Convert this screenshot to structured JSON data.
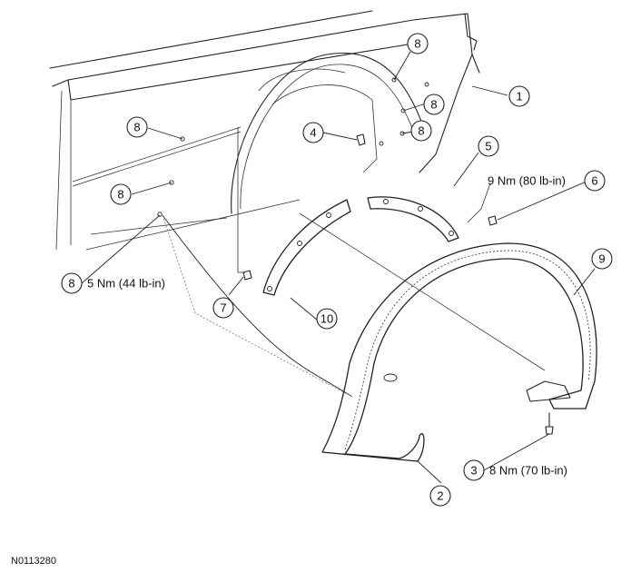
{
  "figure_id": "N0113280",
  "callouts": [
    {
      "id": "1",
      "label": "1",
      "torque": ""
    },
    {
      "id": "2",
      "label": "2",
      "torque": ""
    },
    {
      "id": "3",
      "label": "3",
      "torque": "8 Nm (70 lb-in)"
    },
    {
      "id": "4",
      "label": "4",
      "torque": ""
    },
    {
      "id": "5",
      "label": "5",
      "torque": ""
    },
    {
      "id": "6",
      "label": "6",
      "torque": "9 Nm (80 lb-in)"
    },
    {
      "id": "7",
      "label": "7",
      "torque": ""
    },
    {
      "id": "8a",
      "label": "8",
      "torque": ""
    },
    {
      "id": "8b",
      "label": "8",
      "torque": ""
    },
    {
      "id": "8c",
      "label": "8",
      "torque": ""
    },
    {
      "id": "8d",
      "label": "8",
      "torque": ""
    },
    {
      "id": "8e",
      "label": "8",
      "torque": ""
    },
    {
      "id": "8f",
      "label": "8",
      "torque": "5 Nm (44 lb-in)"
    },
    {
      "id": "9",
      "label": "9",
      "torque": ""
    },
    {
      "id": "10",
      "label": "10",
      "torque": ""
    }
  ]
}
